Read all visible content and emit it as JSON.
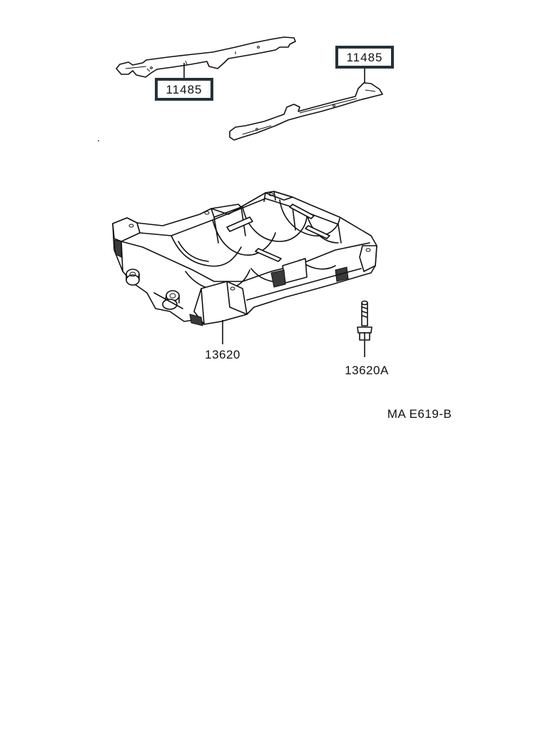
{
  "parts": {
    "gasket_left": {
      "number": "11485"
    },
    "gasket_right": {
      "number": "11485"
    },
    "bearing_cap": {
      "number": "13620"
    },
    "bolt": {
      "number": "13620A"
    }
  },
  "figure_code": "MA E619-B",
  "colors": {
    "callout_border": "#24323a",
    "line": "#111111",
    "background": "#ffffff"
  }
}
